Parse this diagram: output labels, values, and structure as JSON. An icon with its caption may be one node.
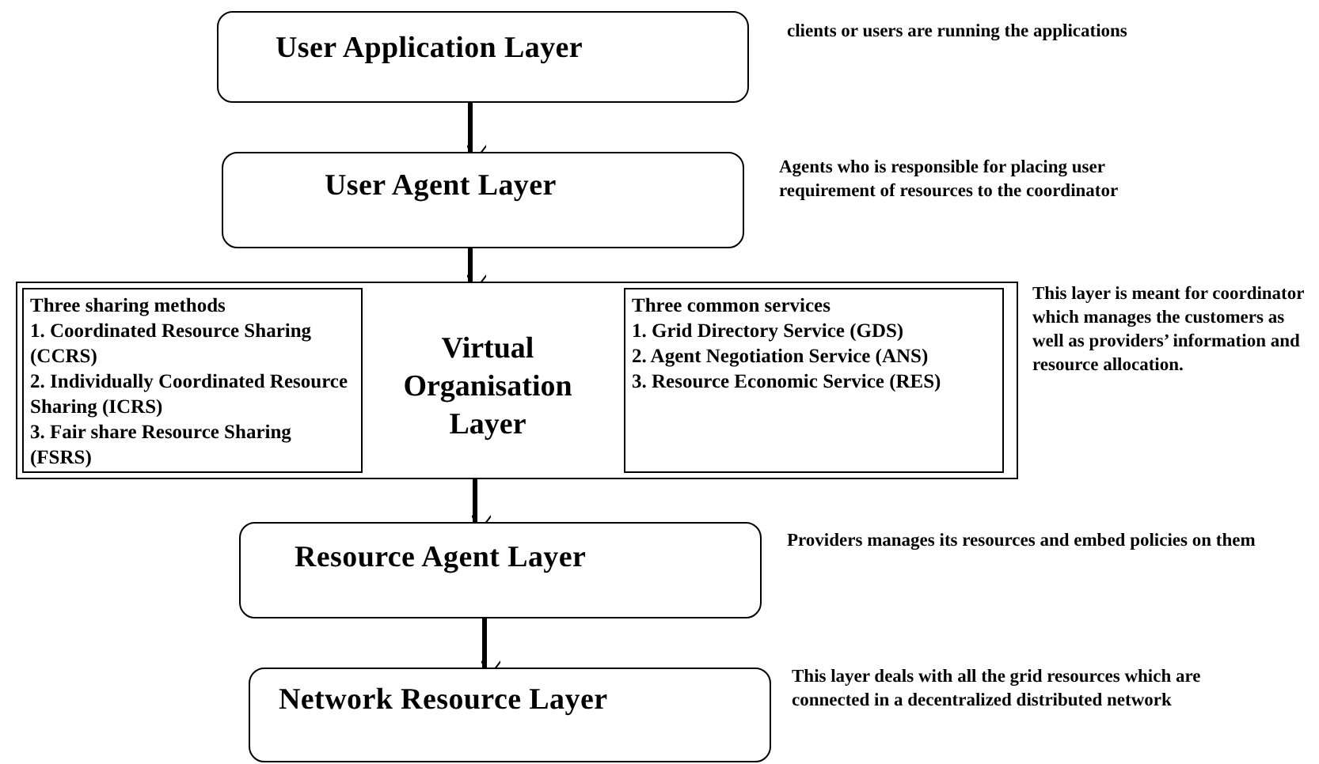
{
  "diagram": {
    "nodes": [
      {
        "text": [
          "User Application Layer"
        ],
        "beside": [
          "clients or users are running the applications"
        ]
      },
      {
        "text": [
          "User Agent Layer"
        ],
        "beside": [
          "Agents who is responsible for placing user requirement of resources to the coordinator"
        ]
      },
      {
        "text": [
          "Virtual Organisation Layer"
        ],
        "beside": [
          "This layer is meant for coordinator which manages the customers as well as providers’ information and resource allocation."
        ]
      },
      {
        "text": [
          "Three sharing methods",
          "1. Coordinated Resource Sharing (CCRS)",
          "2. Individually Coordinated Resource Sharing (ICRS)",
          "3. Fair share Resource Sharing (FSRS)"
        ],
        "in": 2
      },
      {
        "text": [
          "Three common services",
          "1. Grid Directory Service (GDS)",
          "2. Agent Negotiation Service (ANS)",
          "3. Resource Economic Service (RES)"
        ],
        "in": 2
      },
      {
        "text": [
          "Resource Agent Layer"
        ],
        "beside": [
          "Providers manages its resources and embed policies on them"
        ]
      },
      {
        "text": [
          "Network Resource Layer"
        ],
        "beside": [
          "This layer deals with all the grid resources which are connected in a decentralized distributed network"
        ]
      }
    ],
    "edges": [
      {
        "from": 0,
        "to": 1,
        "arrow": "to"
      },
      {
        "from": 1,
        "to": 2,
        "arrow": "to"
      },
      {
        "from": 2,
        "to": 5,
        "arrow": "to"
      },
      {
        "from": 5,
        "to": 6,
        "arrow": "to"
      }
    ]
  }
}
